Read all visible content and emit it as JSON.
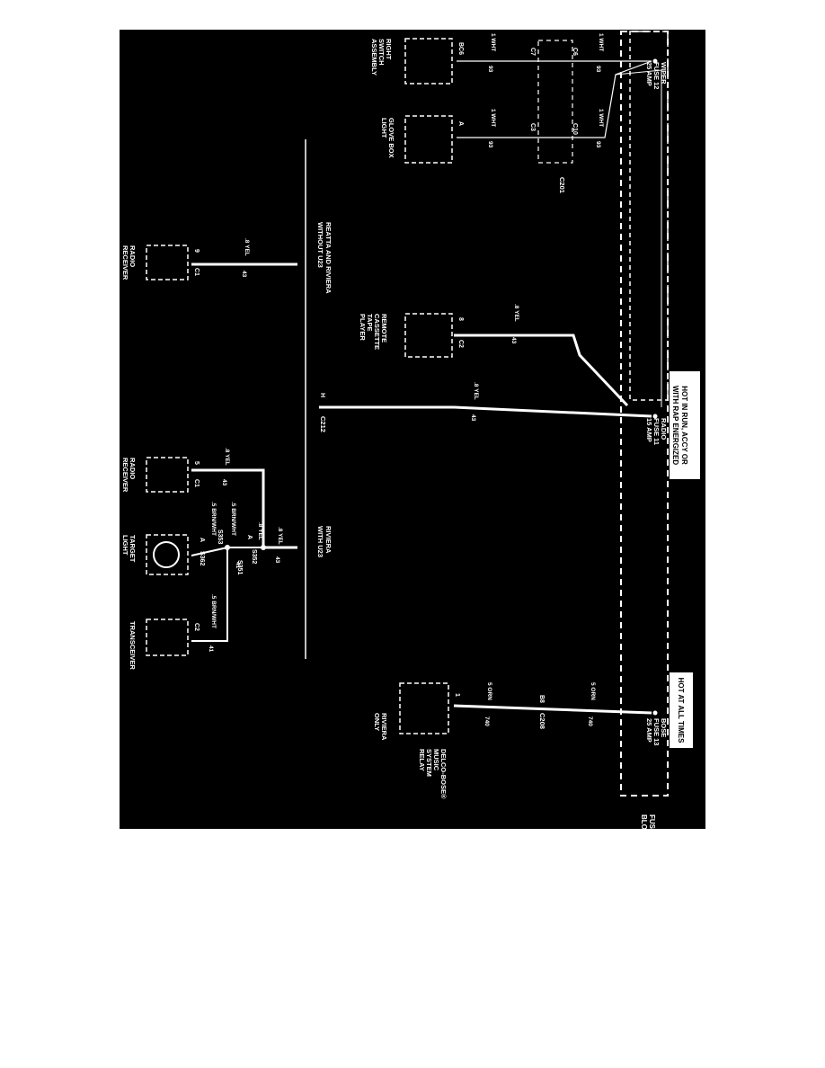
{
  "colors": {
    "panel": "#000000",
    "wire": "#ffffff",
    "callout_bg": "#ffffff",
    "callout_text": "#000000"
  },
  "labels": {
    "fuse_block": [
      "FUSE",
      "BLOCK"
    ],
    "hot_run": [
      "HOT IN RUN, ACCY OR",
      "WITH RAP ENERGIZED"
    ],
    "hot_all_times": "HOT AT ALL TIMES",
    "wiper_fuse": [
      "WIPER",
      "FUSE 12",
      "25 AMP"
    ],
    "radio_fuse": [
      "RADIO",
      "FUSE 11",
      "15 AMP"
    ],
    "bose_fuse": [
      "BOSE",
      "FUSE 13",
      "25 AMP"
    ],
    "right_switch": [
      "RIGHT",
      "SWITCH",
      "ASSEMBLY"
    ],
    "glove_box": [
      "GLOVE BOX",
      "LIGHT"
    ],
    "remote_cassette": [
      "REMOTE",
      "CASSETTE",
      "TAPE",
      "PLAYER"
    ],
    "radio_receiver_1": [
      "RADIO",
      "RECEIVER"
    ],
    "radio_receiver_2": [
      "RADIO",
      "RECEIVER"
    ],
    "target_light": [
      "TARGET",
      "LIGHT"
    ],
    "transceiver": "TRANSCEIVER",
    "delco_bose": [
      "DELCO-BOSE®",
      "MUSIC",
      "SYSTEM",
      "RELAY"
    ],
    "riviera_only": [
      "RIVIERA",
      "ONLY"
    ],
    "reatta_without": [
      "REATTA AND RIVIERA",
      "WITHOUT U23"
    ],
    "riviera_with": [
      "RIVIERA",
      "WITH U23"
    ],
    "c201": "C201",
    "c212": "C212",
    "c208": "C208",
    "c6": "C6",
    "c7": "C7",
    "c3": "C3",
    "c10": "C10",
    "pin_bc6": "BC6",
    "pin_a": "A",
    "pin_8": "8",
    "pin_9": "9",
    "pin_h": "H",
    "pin_5": "5",
    "pin_a2": "A",
    "pin_b8": "B8",
    "pin_1": "1",
    "pin_c1": "C1",
    "pin_c2": "C2",
    "pin_c1b": "C1",
    "pin_c2b": "C2",
    "s352": "S352",
    "s351": "S351",
    "s353": "S353",
    "s362": "S362",
    "wire_1wht": "1 WHT",
    "wire_93": "93",
    "wire_8yel": ".8 YEL",
    "wire_43": "43",
    "wire_5orn": "5 ORN",
    "wire_740": "740",
    "wire_5brnwht": ".5 BRN/WHT",
    "wire_41": "41"
  }
}
